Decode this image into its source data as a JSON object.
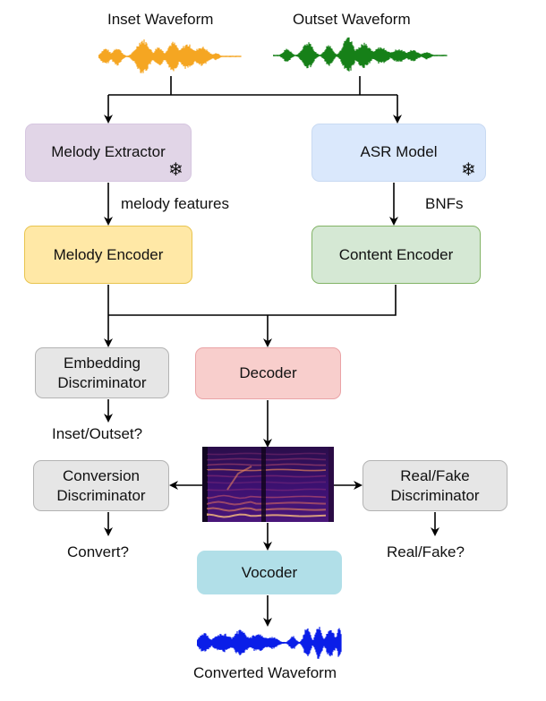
{
  "waveforms": {
    "inset": {
      "label": "Inset Waveform",
      "color": "#f5a623"
    },
    "outset": {
      "label": "Outset Waveform",
      "color": "#168018"
    },
    "converted": {
      "label": "Converted Waveform",
      "color": "#0a1ee8"
    }
  },
  "blocks": {
    "melody_extractor": {
      "label": "Melody Extractor",
      "frozen_icon": "snowflake-icon"
    },
    "asr_model": {
      "label": "ASR Model",
      "frozen_icon": "snowflake-icon"
    },
    "melody_encoder": {
      "label": "Melody Encoder"
    },
    "content_encoder": {
      "label": "Content Encoder"
    },
    "embedding_discriminator": {
      "label_line1": "Embedding",
      "label_line2": "Discriminator"
    },
    "decoder": {
      "label": "Decoder"
    },
    "conversion_discriminator": {
      "label_line1": "Conversion",
      "label_line2": "Discriminator"
    },
    "realfake_discriminator": {
      "label_line1": "Real/Fake",
      "label_line2": "Discriminator"
    },
    "vocoder": {
      "label": "Vocoder"
    }
  },
  "edge_labels": {
    "melody_features": "melody features",
    "bnfs": "BNFs"
  },
  "outputs": {
    "inset_outset": "Inset/Outset?",
    "convert": "Convert?",
    "real_fake": "Real/Fake?"
  },
  "spectrogram": {
    "name": "mel-spectrogram"
  }
}
